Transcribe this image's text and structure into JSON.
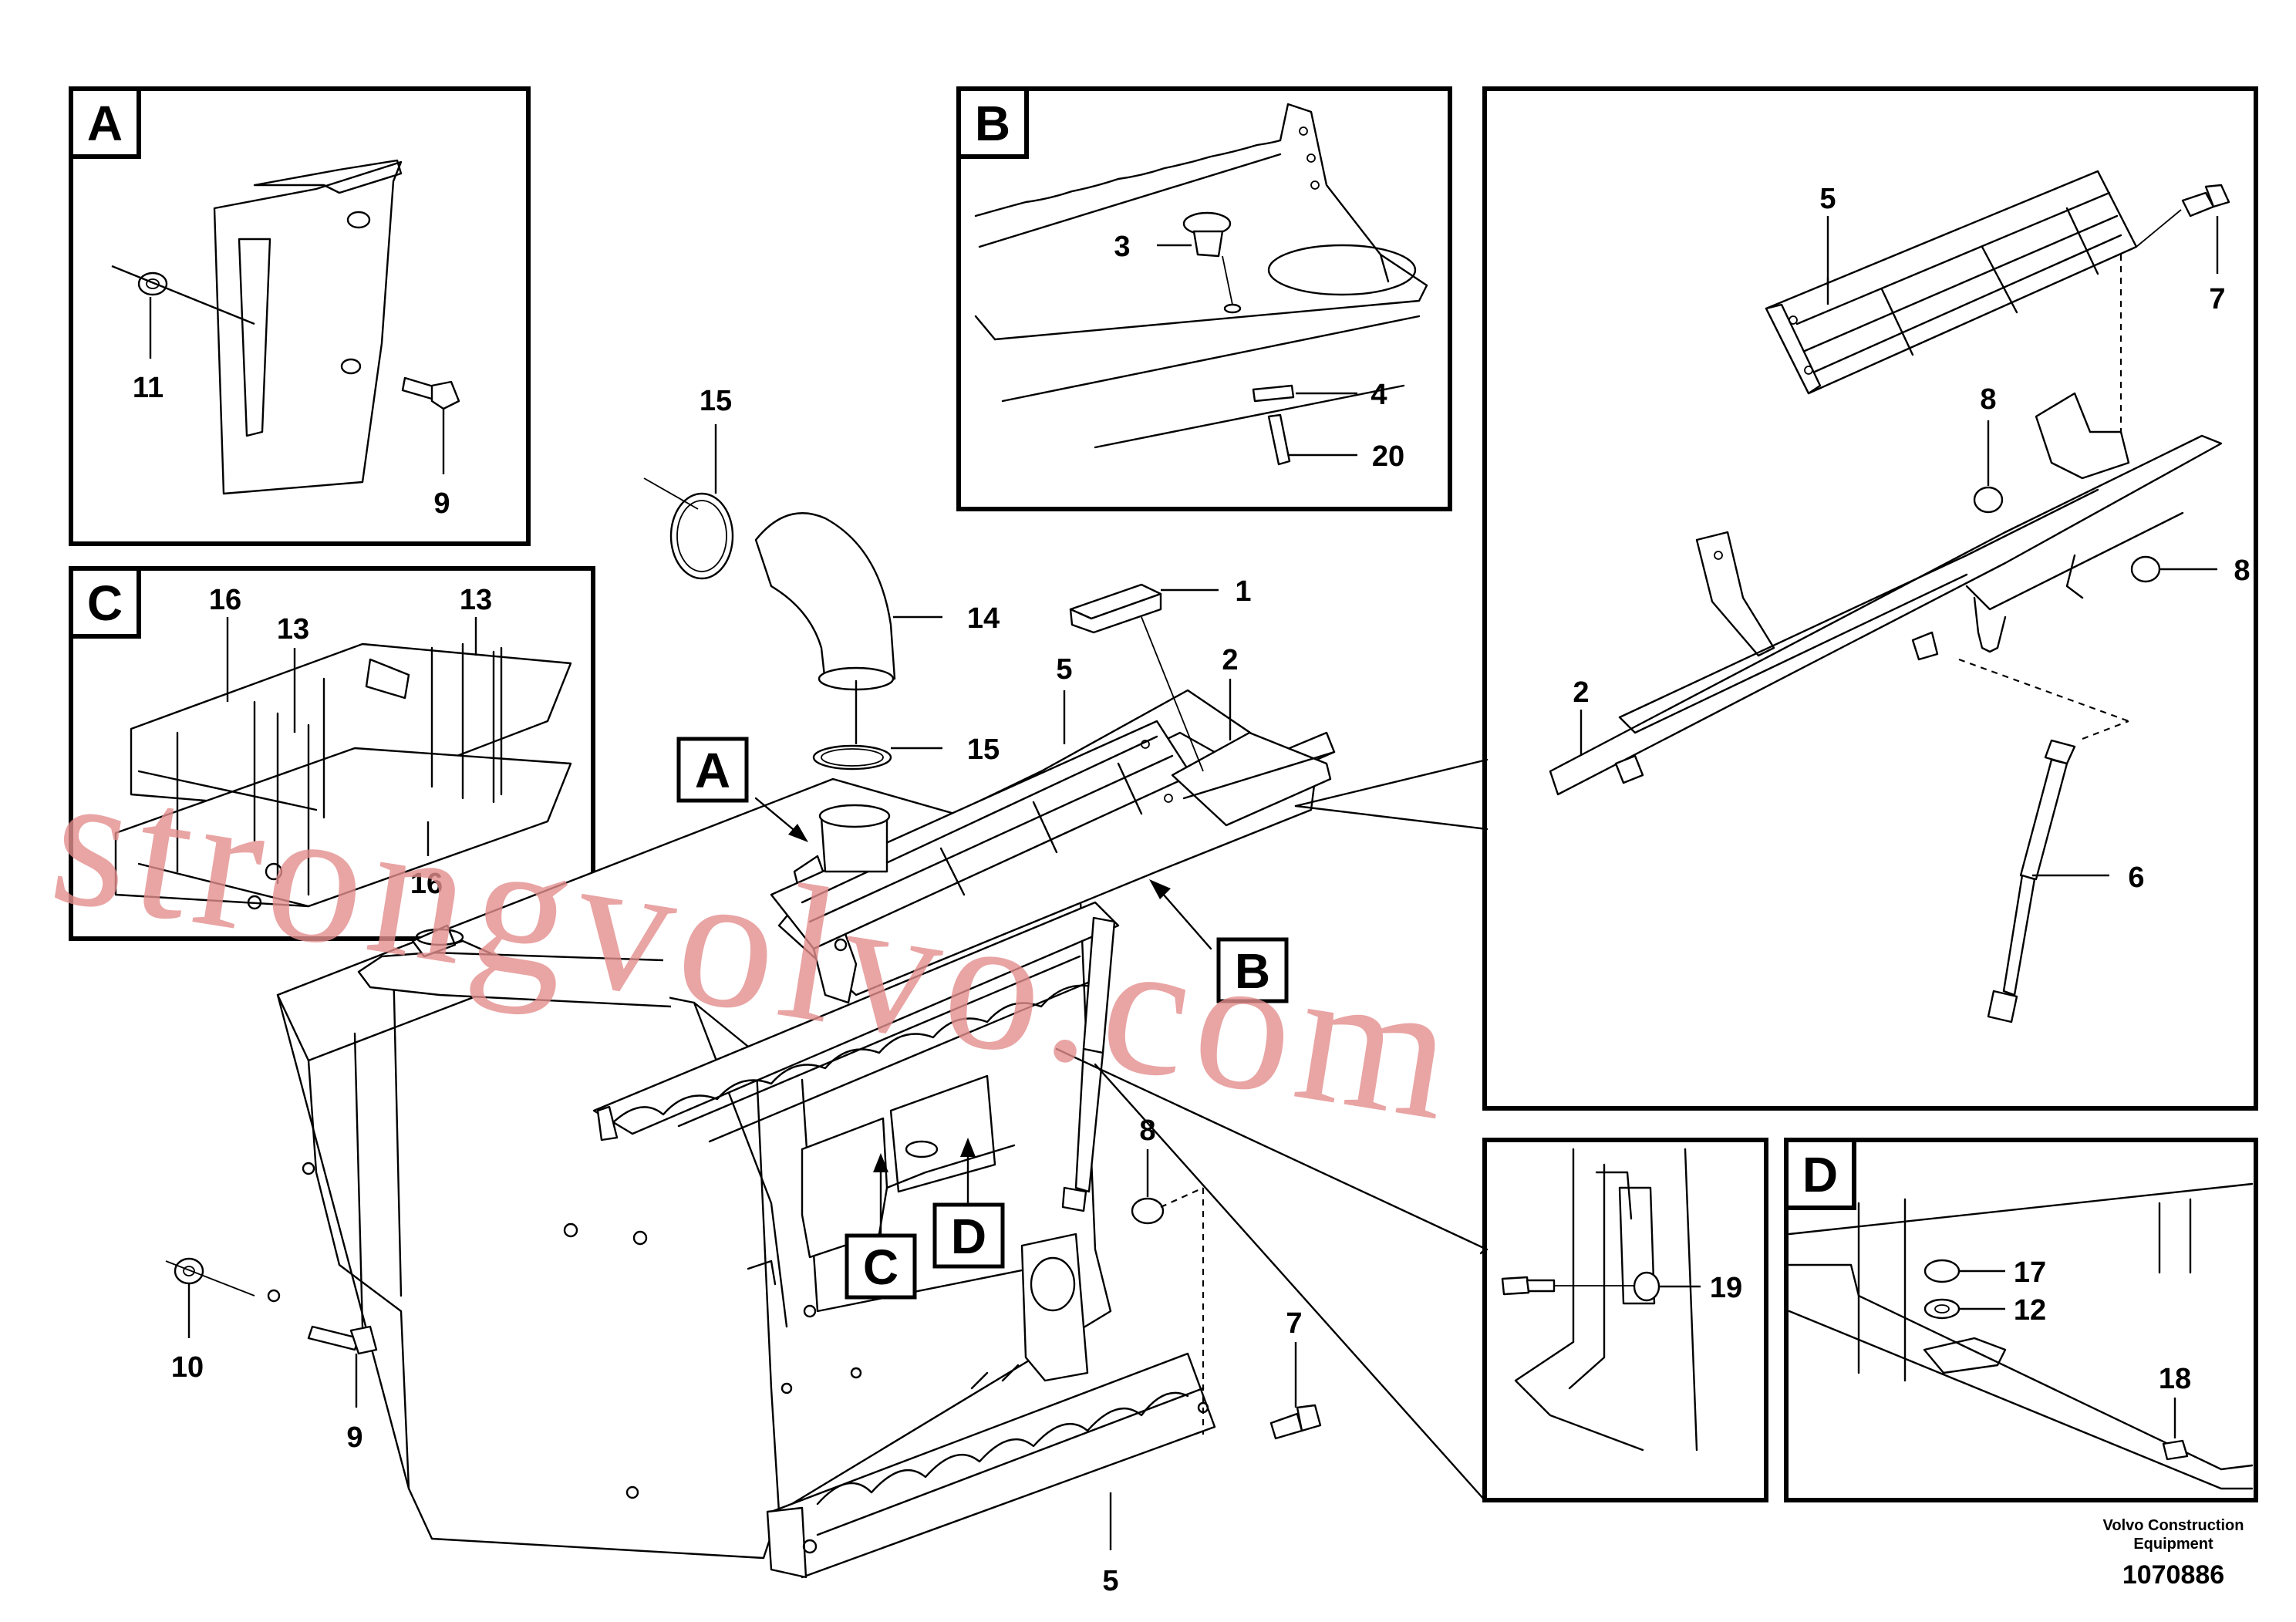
{
  "detail_panels": [
    {
      "letter": "A"
    },
    {
      "letter": "B"
    },
    {
      "letter": "C"
    },
    {
      "letter": "D"
    }
  ],
  "view_callouts": [
    "A",
    "B",
    "C",
    "D"
  ],
  "part_numbers": {
    "a11": "11",
    "a9": "9",
    "b3": "3",
    "b4": "4",
    "b20": "20",
    "c16a": "16",
    "c13a": "13",
    "c13b": "13",
    "c16b": "16",
    "m15a": "15",
    "m14": "14",
    "m15b": "15",
    "m1": "1",
    "m5a": "5",
    "m2": "2",
    "m8": "8",
    "m10": "10",
    "m9": "9",
    "m7": "7",
    "m5b": "5",
    "r5": "5",
    "r7": "7",
    "r8a": "8",
    "r8b": "8",
    "r2": "2",
    "r6": "6",
    "d19": "19",
    "d17": "17",
    "d12": "12",
    "d18": "18"
  },
  "footer": {
    "maker_line1": "Volvo Construction",
    "maker_line2": "Equipment",
    "drawing_number": "1070886"
  },
  "watermark": "strongvolvo.com"
}
